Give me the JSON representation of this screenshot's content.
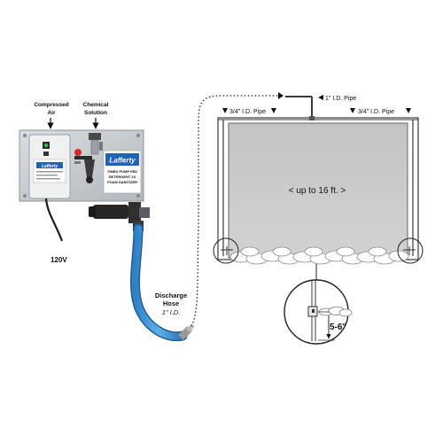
{
  "labels": {
    "compressed_air": [
      "Compressed",
      "Air"
    ],
    "chemical_solution": [
      "Chemical",
      "Solution"
    ],
    "power": "120V",
    "discharge_hose": [
      "Discharge",
      "Hose"
    ],
    "hose_size": "1\" I.D.",
    "top_pipe": "1\" I.D. Pipe",
    "left_pipe": "3/4\" I.D. Pipe",
    "right_pipe": "3/4\" I.D. Pipe",
    "height": "< up to 16 ft. >",
    "detail_height": "5-6\""
  },
  "equipment": {
    "brand": "Lafferty",
    "product_label": [
      "TIMED PUMP FED",
      "DETERGENT 2X",
      "FOAM SANITIZER"
    ]
  },
  "colors": {
    "hose": "#3b8fd4",
    "hose_dark": "#1f6aa8",
    "panel": "#c8ccd1",
    "curtain": "#c9c9c9",
    "frame": "#3a3a3a"
  }
}
